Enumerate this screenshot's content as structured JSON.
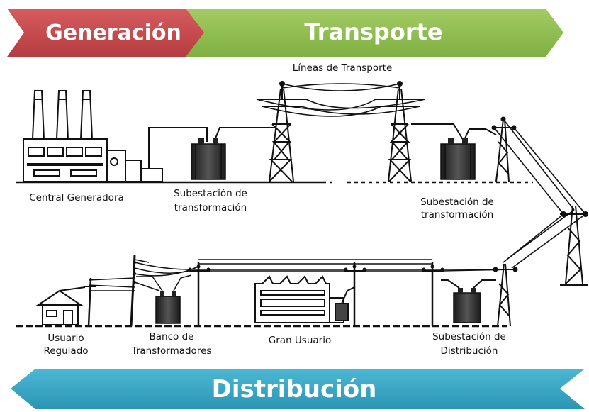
{
  "banners": {
    "generation": "Generación",
    "transport": "Transporte",
    "distribution": "Distribución"
  },
  "labels": {
    "transmission_lines": "Líneas de Transporte",
    "power_plant": "Central Generadora",
    "step_up_1": "Subestación de",
    "step_up_2": "transformación",
    "step_down_1": "Subestación de",
    "step_down_2": "transformación",
    "regulated_user_1": "Usuario",
    "regulated_user_2": "Regulado",
    "transformer_bank_1": "Banco de",
    "transformer_bank_2": "Transformadores",
    "large_user": "Gran Usuario",
    "distribution_sub_1": "Subestación de",
    "distribution_sub_2": "Distribución"
  },
  "colors": {
    "generation": "#c0474a",
    "transport": "#8fbd4d",
    "distribution": "#3aa6c4",
    "equipment": "#2a2a2a"
  }
}
